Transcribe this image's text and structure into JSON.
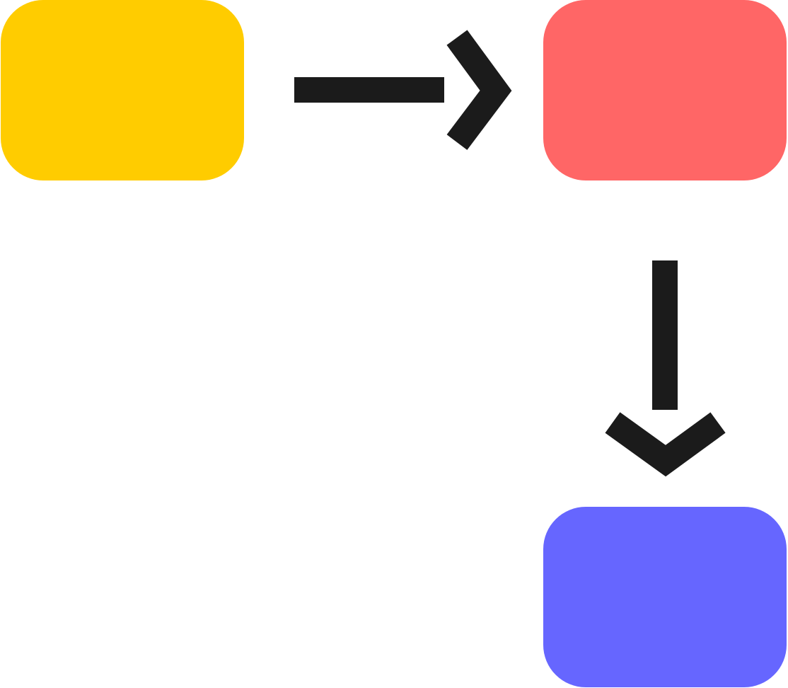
{
  "nodes": [
    {
      "id": "yellow",
      "color": "#FFCC00"
    },
    {
      "id": "red",
      "color": "#FF6666"
    },
    {
      "id": "blue",
      "color": "#6666FF"
    }
  ],
  "edges": [
    {
      "from": "yellow",
      "to": "red",
      "direction": "right"
    },
    {
      "from": "red",
      "to": "blue",
      "direction": "down"
    }
  ],
  "arrow_color": "#1B1B1B"
}
